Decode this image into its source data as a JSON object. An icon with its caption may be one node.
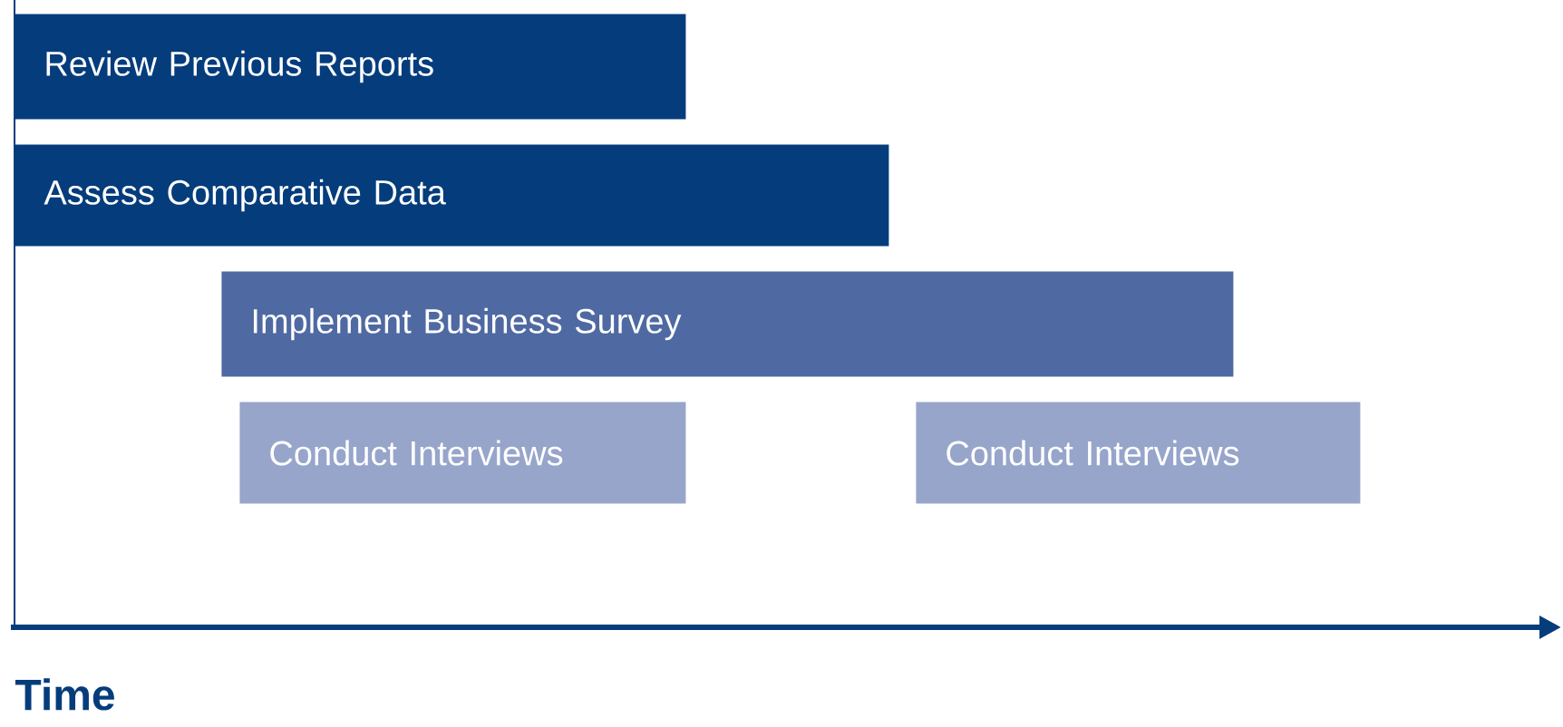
{
  "diagram": {
    "nodes": [
      {
        "text": [
          "Review Previous Reports"
        ]
      },
      {
        "text": [
          "Assess Comparative Data"
        ]
      },
      {
        "text": [
          "Implement Business Survey"
        ]
      },
      {
        "text": [
          "Conduct Interviews"
        ]
      },
      {
        "text": [
          "Conduct Interviews"
        ]
      }
    ],
    "labels": [
      "Time"
    ]
  }
}
